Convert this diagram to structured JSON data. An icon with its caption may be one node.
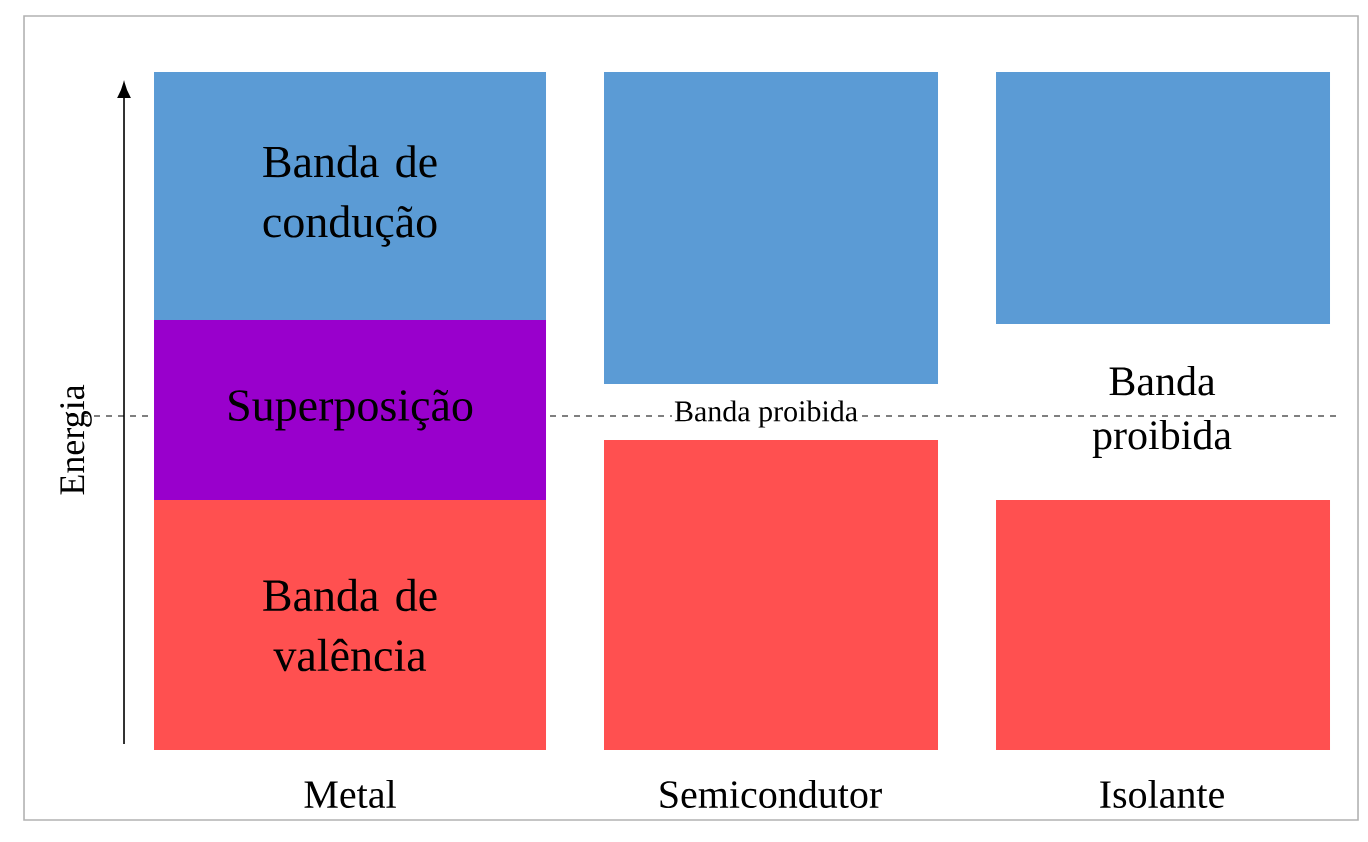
{
  "diagram": {
    "nodes": [
      {
        "text": [
          "Banda de condução"
        ]
      },
      {
        "text": [
          "Superposição"
        ]
      },
      {
        "text": [
          "Banda de valência"
        ]
      },
      {
        "text": [],
        "shape": "box"
      },
      {
        "text": [],
        "shape": "box"
      },
      {
        "text": [],
        "shape": "box"
      },
      {
        "text": [],
        "shape": "box"
      }
    ],
    "labels": [
      "Energia",
      "Banda proibida",
      "Banda proibida",
      "Metal",
      "Semicondutor",
      "Isolante"
    ]
  }
}
